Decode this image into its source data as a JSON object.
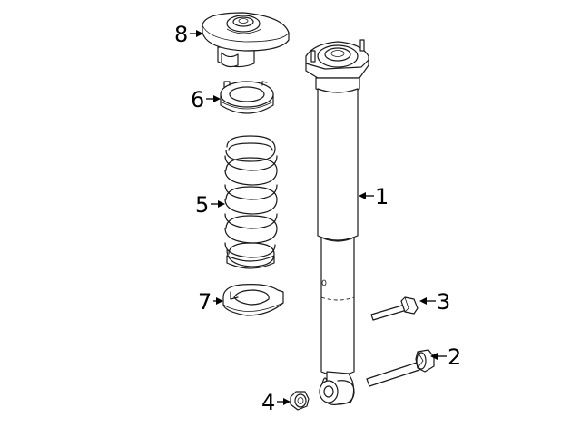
{
  "callouts": [
    {
      "id": "strut",
      "number": "1"
    },
    {
      "id": "bolt-large",
      "number": "2"
    },
    {
      "id": "bolt-small",
      "number": "3"
    },
    {
      "id": "nut",
      "number": "4"
    },
    {
      "id": "coil-spring",
      "number": "5"
    },
    {
      "id": "upper-insulator",
      "number": "6"
    },
    {
      "id": "lower-insulator",
      "number": "7"
    },
    {
      "id": "upper-mount",
      "number": "8"
    }
  ]
}
